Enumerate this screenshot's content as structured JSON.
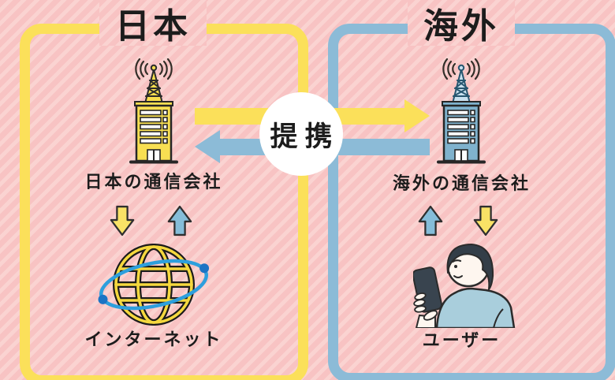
{
  "palette": {
    "background_pink": "#F8C3C3",
    "stripe_pink": "#FAD3D1",
    "yellow_accent": "#FBE05A",
    "blue_accent": "#8CBBD7",
    "text_color": "#1C1C1C",
    "japan_building_fill": "#F8DF52",
    "overseas_building_fill": "#7FB2CD",
    "globe_yellow": "#F5D83E",
    "orbit_blue": "#2D9FDD",
    "shirt_blue": "#A9CEDC"
  },
  "japan_box": {
    "title": "日本",
    "border_color": "#FBE05A",
    "telecom_label": "日本の通信会社",
    "internet_label": "インターネット",
    "icons": {
      "building": "telecom-building-with-antenna",
      "globe": "internet-globe-with-orbit",
      "down_arrow_color": "#F9E266",
      "up_arrow_color": "#85BDD9"
    }
  },
  "overseas_box": {
    "title": "海外",
    "border_color": "#8CBBD7",
    "telecom_label": "海外の通信会社",
    "user_label": "ユーザー",
    "icons": {
      "building": "telecom-building-with-antenna",
      "user": "person-looking-at-smartphone",
      "up_arrow_color": "#85BDD9",
      "down_arrow_color": "#F9E266"
    }
  },
  "center": {
    "partnership_label": "提携",
    "arrow_japan_to_overseas_color": "#FBE05A",
    "arrow_overseas_to_japan_color": "#8CBBD7"
  }
}
